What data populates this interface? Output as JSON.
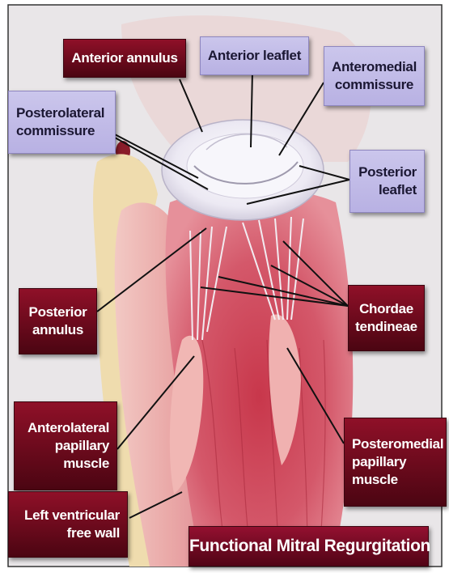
{
  "labels": {
    "anterior_annulus": "Anterior annulus",
    "anterior_leaflet": "Anterior leaflet",
    "anteromedial_commissure": [
      "Anteromedial",
      "commissure"
    ],
    "posterolateral_commissure": [
      "Posterolateral",
      "commissure"
    ],
    "posterior_leaflet": [
      "Posterior",
      "leaflet"
    ],
    "posterior_annulus": [
      "Posterior",
      "annulus"
    ],
    "chordae_tendineae": [
      "Chordae",
      "tendineae"
    ],
    "anterolateral_papillary_muscle": [
      "Anterolateral",
      "papillary",
      "muscle"
    ],
    "posteromedial_papillary_muscle": [
      "Posteromedial",
      "papillary",
      "muscle"
    ],
    "left_ventricular_free_wall": [
      "Left ventricular",
      "free wall"
    ]
  },
  "title": "Functional Mitral Regurgitation",
  "colors": {
    "dark_label": "#6a0a1c",
    "light_label": "#bdb6e6",
    "myocardium": "#d9606e",
    "background": "#e7e4e6"
  }
}
